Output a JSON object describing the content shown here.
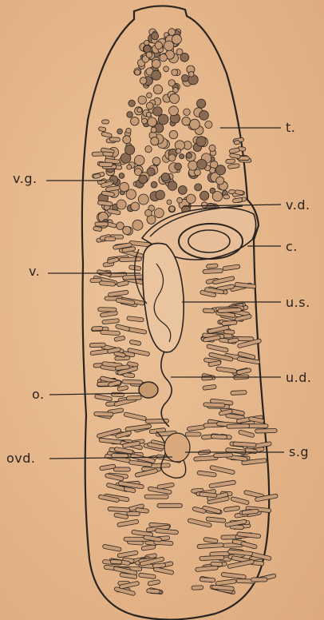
{
  "labels": {
    "t": "t.",
    "vg": "v.g.",
    "vd": "v.d.",
    "c": "c.",
    "v": "v.",
    "us": "u.s.",
    "ud": "u.d.",
    "o": "o.",
    "ovd": "ovd.",
    "sg": "s.g"
  },
  "colors": {
    "paper": "#e6b78b",
    "ink": "#2a2420"
  }
}
